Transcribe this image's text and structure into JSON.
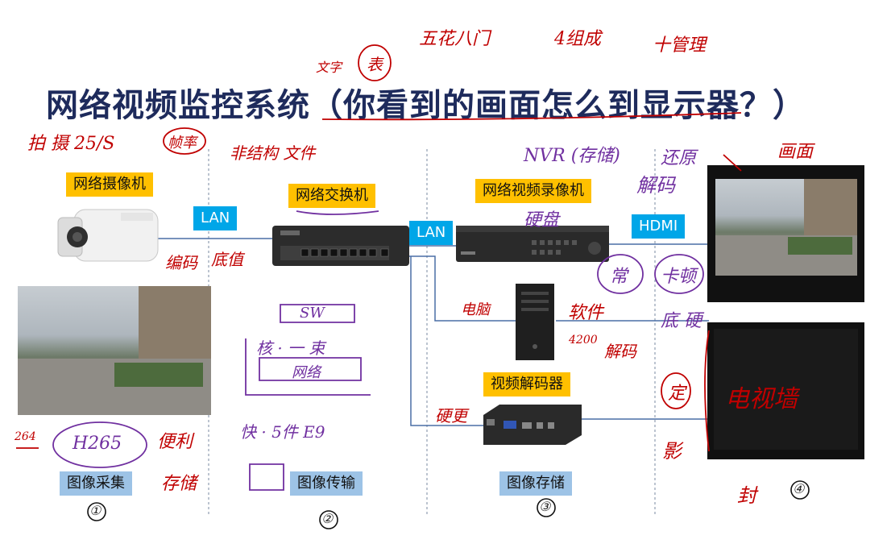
{
  "title": "网络视频监控系统（你看到的画面怎么到显示器？）",
  "labels": {
    "camera": "网络摄像机",
    "switch": "网络交换机",
    "nvr": "网络视频录像机",
    "decoder": "视频解码器",
    "lan1": "LAN",
    "lan2": "LAN",
    "hdmi": "HDMI",
    "collect": "图像采集",
    "transfer": "图像传输",
    "storage": "图像存储"
  },
  "handwriting": {
    "top_left": "文字",
    "top_circle": "表",
    "top_a": "五花八门",
    "top_b": "4组成",
    "top_c": "十管理",
    "left_note": "拍 摄 25/S",
    "left_circle": "帧率",
    "sw_note": "非结构 文件",
    "encode": "编码",
    "bottom_value": "底值",
    "nvr_note": "NVR (存储)",
    "disk": "硬盘",
    "restore": "还原",
    "decode": "解码",
    "screen": "画面",
    "circle_cha": "常",
    "circle_card": "卡顿",
    "pc": "电脑",
    "software": "软件",
    "num_4200": "4200",
    "decode2": "解码",
    "hardware": "底 硬",
    "hard_decode": "硬更",
    "tv_wall": "电视墙",
    "circle_ding": "定",
    "bottom_ying": "影",
    "sw_box": "SW",
    "sw_under": "核 · 一 束",
    "sw_sub": "网络",
    "fast": "快 · 5件 E9",
    "h265": "H265",
    "balance": "便利",
    "store": "存储",
    "num_264": "264",
    "one": "①",
    "two": "②",
    "three": "③",
    "four": "④",
    "seal": "封"
  }
}
